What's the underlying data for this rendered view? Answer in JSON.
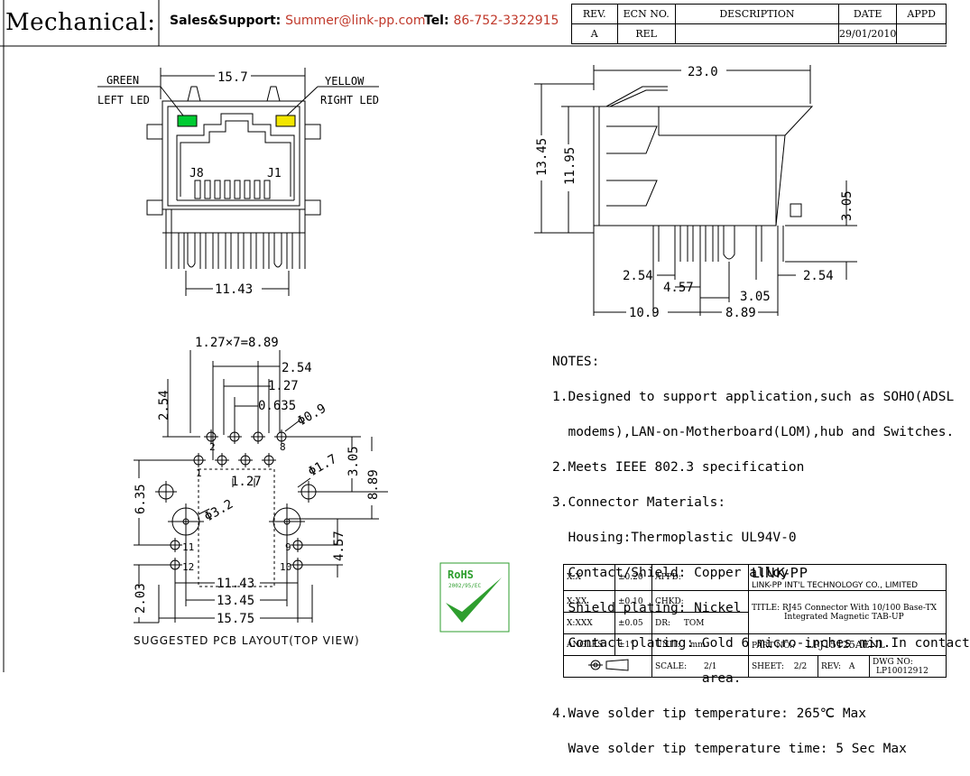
{
  "header": {
    "title": "Mechanical:",
    "sales_label": "Sales&Support:",
    "sales_email": "Summer@link-pp.com",
    "tel_label": "Tel:",
    "tel_value": "86-752-3322915"
  },
  "revision": {
    "headers": [
      "REV.",
      "ECN NO.",
      "DESCRIPTION",
      "DATE",
      "APPD"
    ],
    "row": [
      "A",
      "REL",
      "",
      "29/01/2010",
      ""
    ]
  },
  "front_view": {
    "green_label": "GREEN",
    "left_led": "LEFT LED",
    "yellow_label": "YELLOW",
    "right_led": "RIGHT LED",
    "width_dim": "15.7",
    "pin_j8": "J8",
    "pin_j1": "J1",
    "bottom_dim": "11.43",
    "green_color": "#00cc33",
    "yellow_color": "#f2e600"
  },
  "side_view": {
    "width_dim": "23.0",
    "height_outer": "13.45",
    "height_inner": "11.95",
    "right_dim": "3.05",
    "d_254_left": "2.54",
    "d_457": "4.57",
    "d_305": "3.05",
    "d_254_right": "2.54",
    "d_109": "10.9",
    "d_889": "8.89"
  },
  "pcb": {
    "pitch": "1.27×7=8.89",
    "d_254_top": "2.54",
    "d_127": "1.27",
    "d_0635": "0.635",
    "d_09": "Φ0.9",
    "d_254_left": "2.54",
    "pin1": "1",
    "pin2": "2",
    "pin8": "8",
    "d_127_mid": "1.27",
    "d_305": "3.05",
    "d_889": "8.89",
    "d_17": "Φ1.7",
    "d_635": "6.35",
    "d_32": "Φ3.2",
    "pin11": "11",
    "pin12": "12",
    "pin9": "9",
    "pin10": "10",
    "d_457": "4.57",
    "d_1143": "11.43",
    "d_1345": "13.45",
    "d_1575": "15.75",
    "d_203": "2.03",
    "caption": "SUGGESTED PCB LAYOUT(TOP VIEW)"
  },
  "notes": {
    "heading": "NOTES:",
    "lines": [
      "1.Designed to support application,such as SOHO(ADSL",
      "  modems),LAN-on-Motherboard(LOM),hub and Switches.",
      "2.Meets IEEE 802.3 specification",
      "3.Connector Materials:",
      "  Housing:Thermoplastic UL94V-0",
      "  Contact/Shield: Copper alloy",
      "  Shield plating: Nickel",
      "  Contact plating: Gold 6 micro-inches min.In contact",
      "                   area.",
      "4.Wave solder tip temperature: 265℃ Max",
      "  Wave solder tip temperature time: 5 Sec Max"
    ]
  },
  "rohs": {
    "label": "RoHS",
    "sub": "2002/95/EC",
    "color": "#2e9e2e"
  },
  "title_block": {
    "tol_xx_label": "X:X",
    "tol_xx": "±0.20",
    "tol_xxx_label": "X:XX",
    "tol_xxx": "±0.10",
    "tol_xxxx_label": "X:XXX",
    "tol_xxxx": "±0.05",
    "angles_label": "ANGLES",
    "angles": "±1°",
    "appd": "APPD:",
    "chkd": "CHKD:",
    "dr": "DR:",
    "dr_name": "TOM",
    "unit": "UNIT:",
    "unit_val": "mm",
    "company_short": "LINK-PP",
    "company_full": "LINK-PP INT'L TECHNOLOGY CO., LIMITED",
    "title_label": "TITLE:",
    "title_l1": "RJ45 Connector With 10/100 Base-TX",
    "title_l2": "Integrated Magnetic TAB-UP",
    "part_label": "PART NO.:",
    "part_no": "LPJ15125AENL",
    "scale_label": "SCALE:",
    "scale": "2/1",
    "sheet_label": "SHEET:",
    "sheet": "2/2",
    "rev_label": "REV:",
    "rev": "A",
    "dwg_label": "DWG NO:",
    "dwg": "LP10012912"
  }
}
